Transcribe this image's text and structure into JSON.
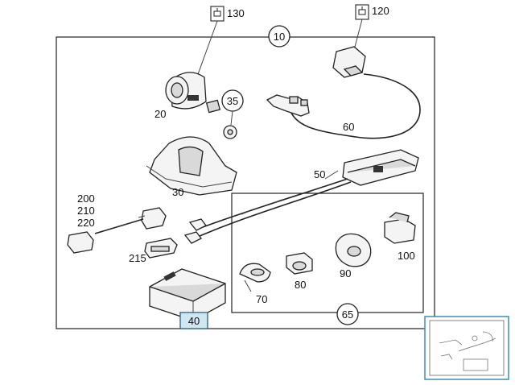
{
  "callouts": {
    "c130": "130",
    "c120": "120",
    "c10": "10",
    "c35": "35",
    "c20": "20",
    "c60": "60",
    "c30": "30",
    "c50": "50",
    "c200": "200",
    "c210": "210",
    "c220": "220",
    "c215": "215",
    "c100": "100",
    "c90": "90",
    "c80": "80",
    "c70": "70",
    "c65": "65",
    "c40": "40"
  },
  "colors": {
    "highlight_fill": "#cfe7f3",
    "highlight_border": "#2c5d7a",
    "thumbnail_frame": "#3a8fb0"
  }
}
